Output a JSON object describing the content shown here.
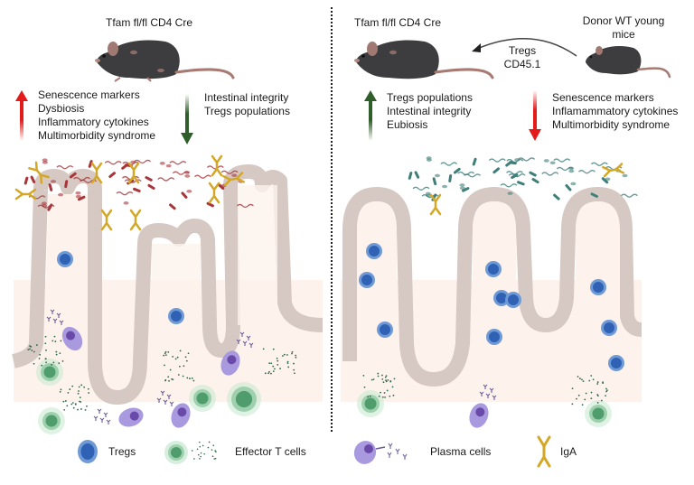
{
  "left_panel": {
    "mouse_title": "Tfam fl/fl CD4 Cre",
    "increased": {
      "direction": "up",
      "arrow_color": "#e31b1b",
      "items": [
        "Senescence markers",
        "Dysbiosis",
        "Inflammatory cytokines",
        "Multimorbidity syndrome"
      ]
    },
    "decreased": {
      "direction": "down",
      "arrow_color": "#2f5e2a",
      "items": [
        "Intestinal integrity",
        "Tregs populations"
      ]
    },
    "microbiota_color": "#a8353a"
  },
  "right_panel": {
    "recipient_title": "Tfam fl/fl CD4 Cre",
    "donor_title_line1": "Donor WT young",
    "donor_title_line2": "mice",
    "transfer_label_line1": "Tregs",
    "transfer_label_line2": "CD45.1",
    "increased": {
      "direction": "up",
      "arrow_color": "#2f5e2a",
      "items": [
        "Tregs populations",
        "Intestinal integrity",
        "Eubiosis"
      ]
    },
    "decreased": {
      "direction": "down",
      "arrow_color": "#e31b1b",
      "items": [
        "Senescence markers",
        "Inflamammatory cytokines",
        "Multimorbidity syndrome"
      ]
    },
    "microbiota_color": "#3f7f7a"
  },
  "legend": {
    "items": [
      {
        "icon": "treg-cell-icon",
        "label": "Tregs",
        "color": "#3f74c4"
      },
      {
        "icon": "effector-t-cell-icon",
        "label": "Effector T cells",
        "color": "#5aa97a"
      },
      {
        "icon": "plasma-cell-icon",
        "label": "Plasma cells",
        "color": "#8b7fd0"
      },
      {
        "icon": "iga-antibody-icon",
        "label": "IgA",
        "color": "#d4a827"
      }
    ]
  },
  "colors": {
    "tissue_wall": "#d6c8c2",
    "lamina_propria": "#fdf2ec",
    "divider": "#222222"
  }
}
